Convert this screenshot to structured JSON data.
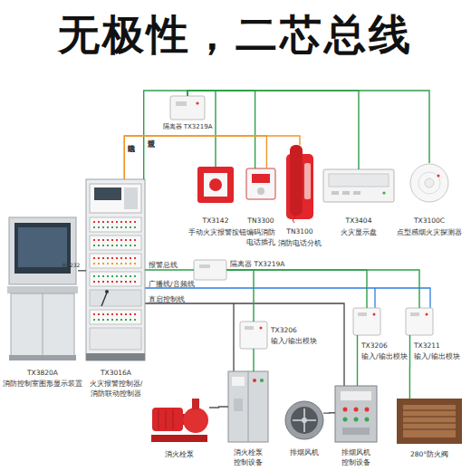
{
  "diagram": {
    "title": "无极性，二芯总线",
    "nodes": [
      {
        "text": [
          "隔离器 TX3219A"
        ]
      },
      {
        "text": [
          "TX3142",
          "手动火灾报警按钮"
        ]
      },
      {
        "text": [
          "TN3300",
          "编码消防 电话插孔"
        ]
      },
      {
        "text": [
          "TN3100",
          "消防电话分机"
        ]
      },
      {
        "text": [
          "TX3404",
          "火灾显示盘"
        ]
      },
      {
        "text": [
          "TX3100C",
          "点型感烟火灾探测器"
        ]
      },
      {
        "text": [
          "TX3820A",
          "消防控制室图形显示装置"
        ]
      },
      {
        "text": [
          "TX3016A",
          "火灾报警控制器/ 消防联动控制器"
        ]
      },
      {
        "text": [
          "隔离器 TX3219A"
        ]
      },
      {
        "text": [
          "TX3206",
          "输入/输出模块"
        ]
      },
      {
        "text": [
          "TX3206",
          "输入/输出模块"
        ]
      },
      {
        "text": [
          "TX3211",
          "输入/输出模块"
        ]
      },
      {
        "text": [
          "消火栓泵"
        ]
      },
      {
        "text": [
          "消火栓泵 控制设备"
        ]
      },
      {
        "text": [
          "排烟风机"
        ]
      },
      {
        "text": [
          "排烟风机 控制设备"
        ]
      },
      {
        "text": [
          "280°防火阀"
        ]
      }
    ],
    "edges": [
      {
        "from": 6,
        "to": 7,
        "label": "RS232",
        "arrow": "none"
      },
      {
        "from": 7,
        "to": 0,
        "label": "报警总线",
        "arrow": "none"
      },
      {
        "from": 0,
        "to": 1,
        "arrow": "none"
      },
      {
        "from": 0,
        "to": 2,
        "arrow": "none"
      },
      {
        "from": 0,
        "to": 4,
        "arrow": "none"
      },
      {
        "from": 0,
        "to": 5,
        "arrow": "none"
      },
      {
        "from": 7,
        "to": 2,
        "label": "消防电话线",
        "arrow": "none"
      },
      {
        "from": 7,
        "to": 3,
        "arrow": "none"
      },
      {
        "from": 7,
        "to": 8,
        "label": "报警总线",
        "arrow": "none"
      },
      {
        "from": 8,
        "to": 9,
        "arrow": "none"
      },
      {
        "from": 8,
        "to": 10,
        "arrow": "none"
      },
      {
        "from": 8,
        "to": 11,
        "arrow": "none"
      },
      {
        "from": 9,
        "to": 13,
        "arrow": "none"
      },
      {
        "from": 13,
        "to": 12,
        "arrow": "none"
      },
      {
        "from": 10,
        "to": 15,
        "arrow": "none"
      },
      {
        "from": 15,
        "to": 14,
        "arrow": "none"
      },
      {
        "from": 11,
        "to": 16,
        "arrow": "none"
      }
    ],
    "labels": [
      "广播线/音频线",
      "直启控制线"
    ]
  }
}
